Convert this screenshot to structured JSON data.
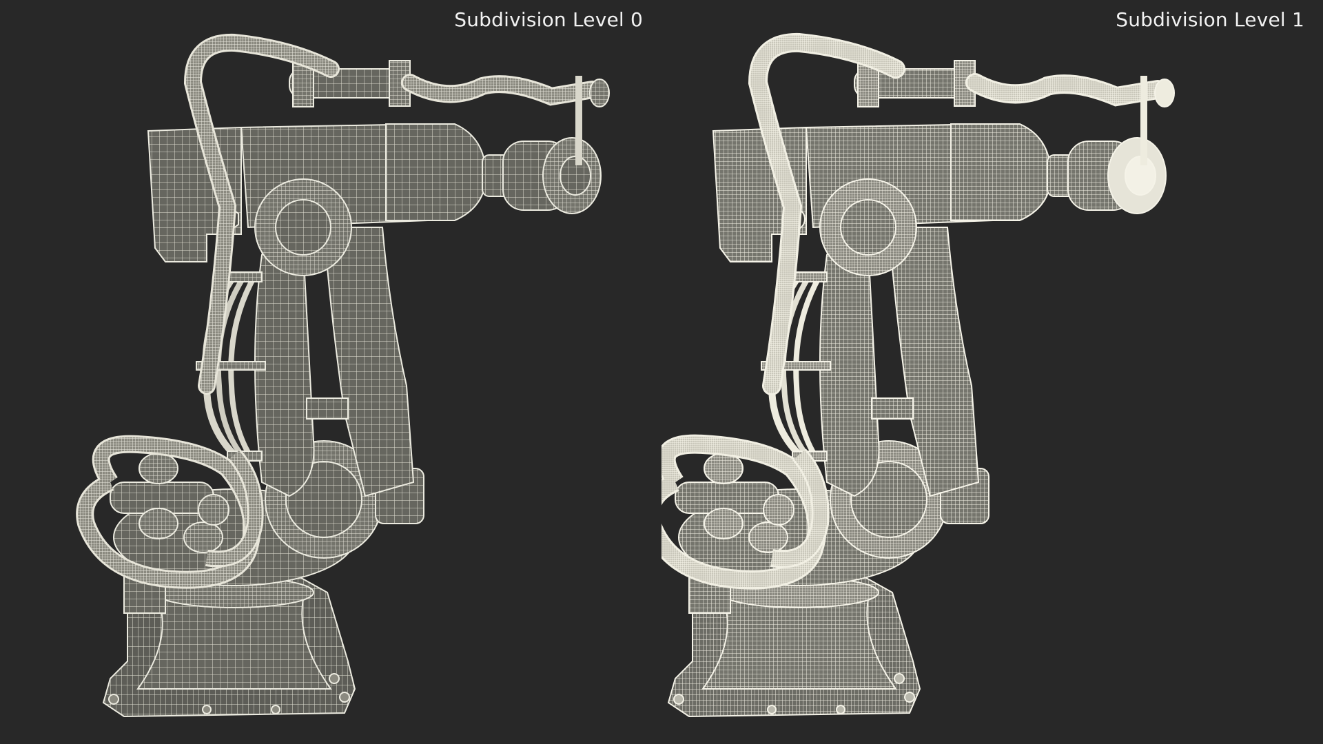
{
  "scene": {
    "background_color": "#282828",
    "label_color": "#f2f2f2"
  },
  "panels": [
    {
      "label": "Subdivision Level 0",
      "subdivision_level": 0,
      "wire_color": "#e9e7dc",
      "surface_color": "#6a6a64",
      "tube_color": "#d9d7cb"
    },
    {
      "label": "Subdivision Level 1",
      "subdivision_level": 1,
      "wire_color": "#f4f2e6",
      "surface_color": "#77776f",
      "tube_color": "#efeddf"
    }
  ]
}
